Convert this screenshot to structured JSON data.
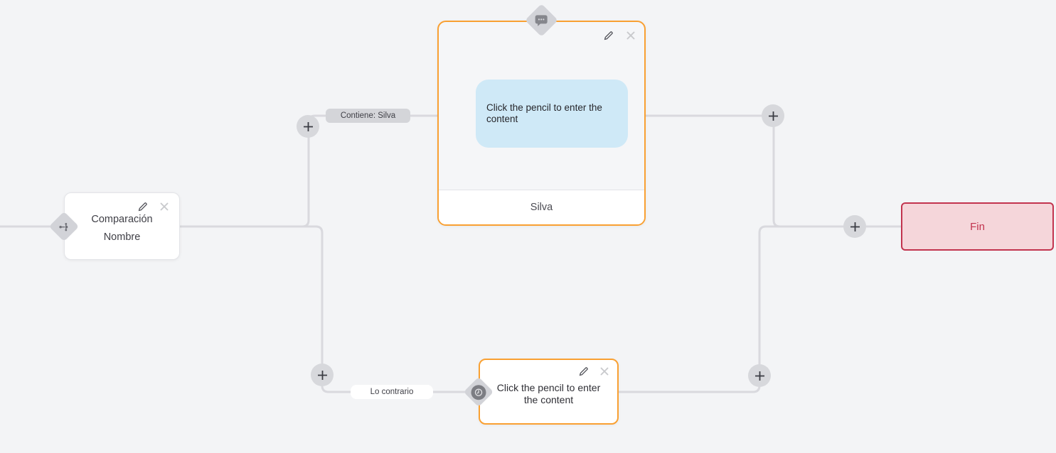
{
  "edges": {
    "top_label": "Contiene: Silva",
    "bottom_label": "Lo contrario"
  },
  "nodes": {
    "comparison": {
      "title": "Comparación",
      "subtitle": "Nombre"
    },
    "message": {
      "placeholder": "Click the pencil to enter the content",
      "output_label": "Silva"
    },
    "delay": {
      "placeholder": "Click the pencil to enter the content"
    },
    "end": {
      "label": "Fin"
    }
  },
  "icons": {
    "comparison_badge": "branch-icon",
    "message_badge": "chat-bubble-icon",
    "delay_badge": "clock-icon",
    "edit": "pencil-icon",
    "delete": "close-icon",
    "add_connection": "plus-icon"
  },
  "colors": {
    "canvas_bg": "#f3f4f6",
    "accent_orange": "#f9a032",
    "connector_gray": "#d9d9de",
    "bubble_blue": "#cfe9f7",
    "end_fill": "#f5d6da",
    "end_accent": "#c2344e",
    "badge_gray": "#d2d3d8"
  }
}
